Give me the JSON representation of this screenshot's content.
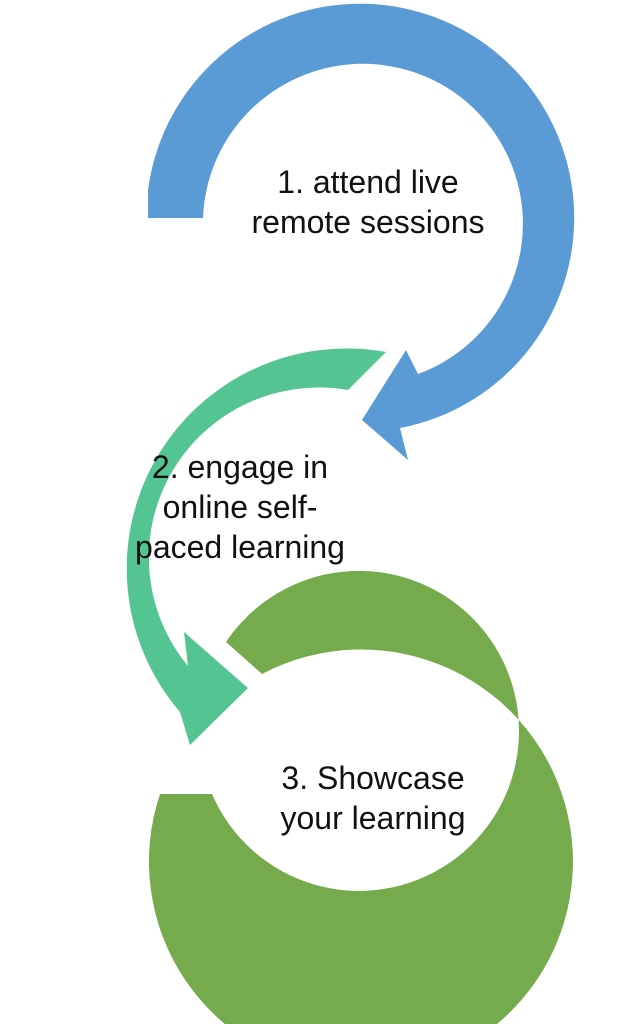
{
  "colors": {
    "step1": "#5b9bd5",
    "step2": "#54c592",
    "step3": "#76ab4d"
  },
  "steps": [
    {
      "lines": [
        "1. attend live",
        "remote sessions"
      ]
    },
    {
      "lines": [
        "2. engage in",
        "online self-",
        "paced learning"
      ]
    },
    {
      "lines": [
        "3. Showcase",
        "your learning"
      ]
    }
  ]
}
